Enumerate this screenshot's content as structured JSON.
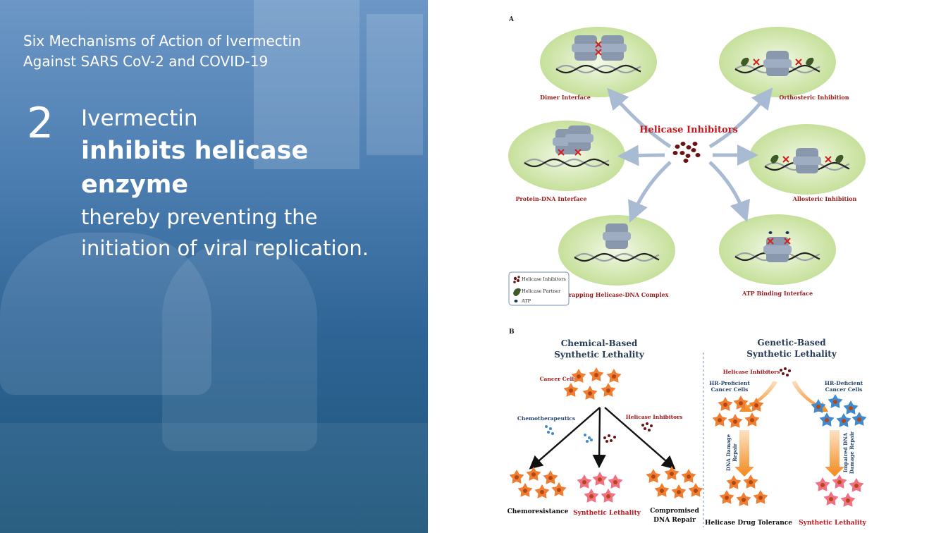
{
  "slide": {
    "subtitle_line1": "Six Mechanisms of Action of Ivermectin",
    "subtitle_line2": "Against SARS CoV-2 and COVID-19",
    "number": "2",
    "line1": "Ivermectin",
    "line2": "inhibits helicase enzyme",
    "line3": "thereby preventing the",
    "line4": "initiation of viral replication."
  },
  "panel_a": {
    "label": "A",
    "center_title": "Helicase Inhibitors",
    "mechanisms": {
      "dimer": "Dimer Interface",
      "orthosteric": "Orthosteric Inhibition",
      "protein_dna": "Protein-DNA Interface",
      "allosteric": "Allosteric Inhibition",
      "trapping": "Trapping Helicase-DNA Complex",
      "atp": "ATP Binding Interface"
    },
    "legend": {
      "inhibitors": "Helicase Inhibitors",
      "partner": "Helicase Partner",
      "atp": "ATP"
    }
  },
  "panel_b": {
    "label": "B",
    "chemical_title_1": "Chemical-Based",
    "chemical_title_2": "Synthetic Lethality",
    "genetic_title_1": "Genetic-Based",
    "genetic_title_2": "Synthetic Lethality",
    "cancer_cells": "Cancer Cells",
    "chemotherapeutics": "Chemotherapeutics",
    "helicase_inhibitors_left": "Helicase Inhibitors",
    "helicase_inhibitors_right": "Helicase Inhibitors",
    "hr_proficient_1": "HR-Proficient",
    "hr_proficient_2": "Cancer Cells",
    "hr_deficient_1": "HR-Deficient",
    "hr_deficient_2": "Cancer Cells",
    "dna_damage_repair_1": "DNA Damage",
    "dna_damage_repair_2": "Repair",
    "impaired_1": "Impaired DNA",
    "impaired_2": "Damage Repair",
    "chemoresistance": "Chemoresistance",
    "synthetic_lethality_left": "Synthetic Lethality",
    "compromised_1": "Compromised",
    "compromised_2": "DNA Repair",
    "helicase_drug_tolerance": "Helicase Drug Tolerance",
    "synthetic_lethality_right": "Synthetic Lethality"
  },
  "colors": {
    "panel_blue": "#2f6596",
    "inhibitor_red": "#6b1212",
    "label_red": "#a01616",
    "ellipse_green": "#cfe4a8",
    "orange_cell": "#ef7d32",
    "blue_cell": "#3e8ad0",
    "pink_cell": "#f17083"
  }
}
